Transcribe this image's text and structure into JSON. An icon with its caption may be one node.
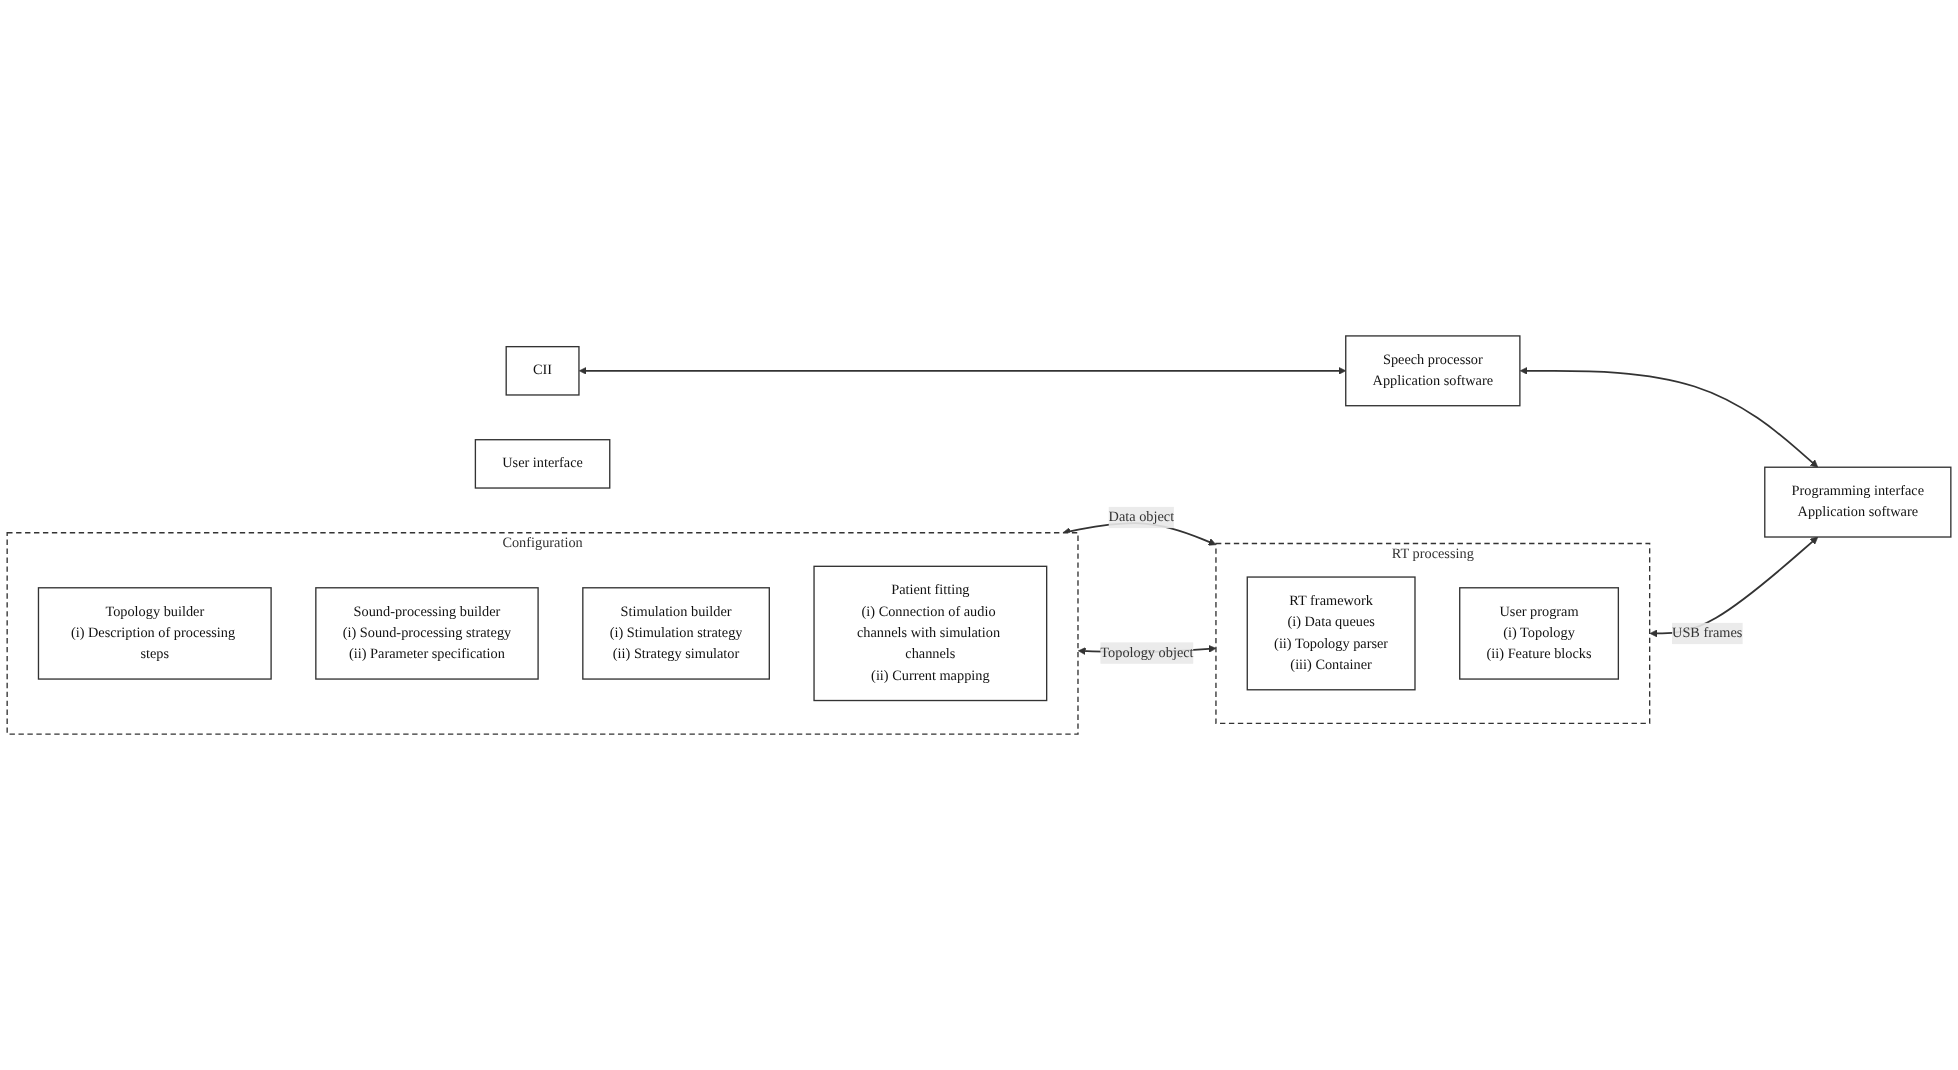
{
  "diagram": {
    "nodes": [
      {
        "text": [
          "User interface"
        ]
      },
      {
        "text": [
          "Configuration"
        ]
      },
      {
        "text": [
          "Topology builder",
          "(i) Description of processing steps"
        ],
        "in": 1
      },
      {
        "text": [
          "Sound-processing builder",
          "(i) Sound-processing strategy",
          "(ii) Parameter specification"
        ],
        "in": 1
      },
      {
        "text": [
          "Stimulation builder",
          "(i) Stimulation strategy",
          "(ii) Strategy simulator"
        ],
        "in": 1
      },
      {
        "text": [
          "Patient fitting",
          "(i) Connection of audio channels with simulation channels",
          "(ii) Current mapping"
        ],
        "in": 1
      },
      {
        "text": [
          "RT processing"
        ]
      },
      {
        "text": [
          "RT framework",
          "(i) Data queues",
          "(ii) Topology parser",
          "(iii) Container"
        ],
        "in": 6
      },
      {
        "text": [
          "User program",
          "(i) Topology",
          "(ii) Feature blocks"
        ],
        "in": 6
      },
      {
        "text": [
          "CII"
        ]
      },
      {
        "text": [
          "Speech processor",
          "Application software"
        ]
      },
      {
        "text": [
          "Programming interface",
          "Application software"
        ]
      }
    ],
    "edges": [
      {
        "from": 1,
        "to": 6,
        "arrow": "both",
        "label": "Data object"
      },
      {
        "from": 1,
        "to": 6,
        "arrow": "both",
        "label": "Topology object"
      },
      {
        "from": 6,
        "to": 11,
        "arrow": "both",
        "label": "USB frames"
      },
      {
        "from": 9,
        "to": 10,
        "arrow": "both"
      },
      {
        "from": 10,
        "to": 11,
        "arrow": "both"
      }
    ]
  }
}
